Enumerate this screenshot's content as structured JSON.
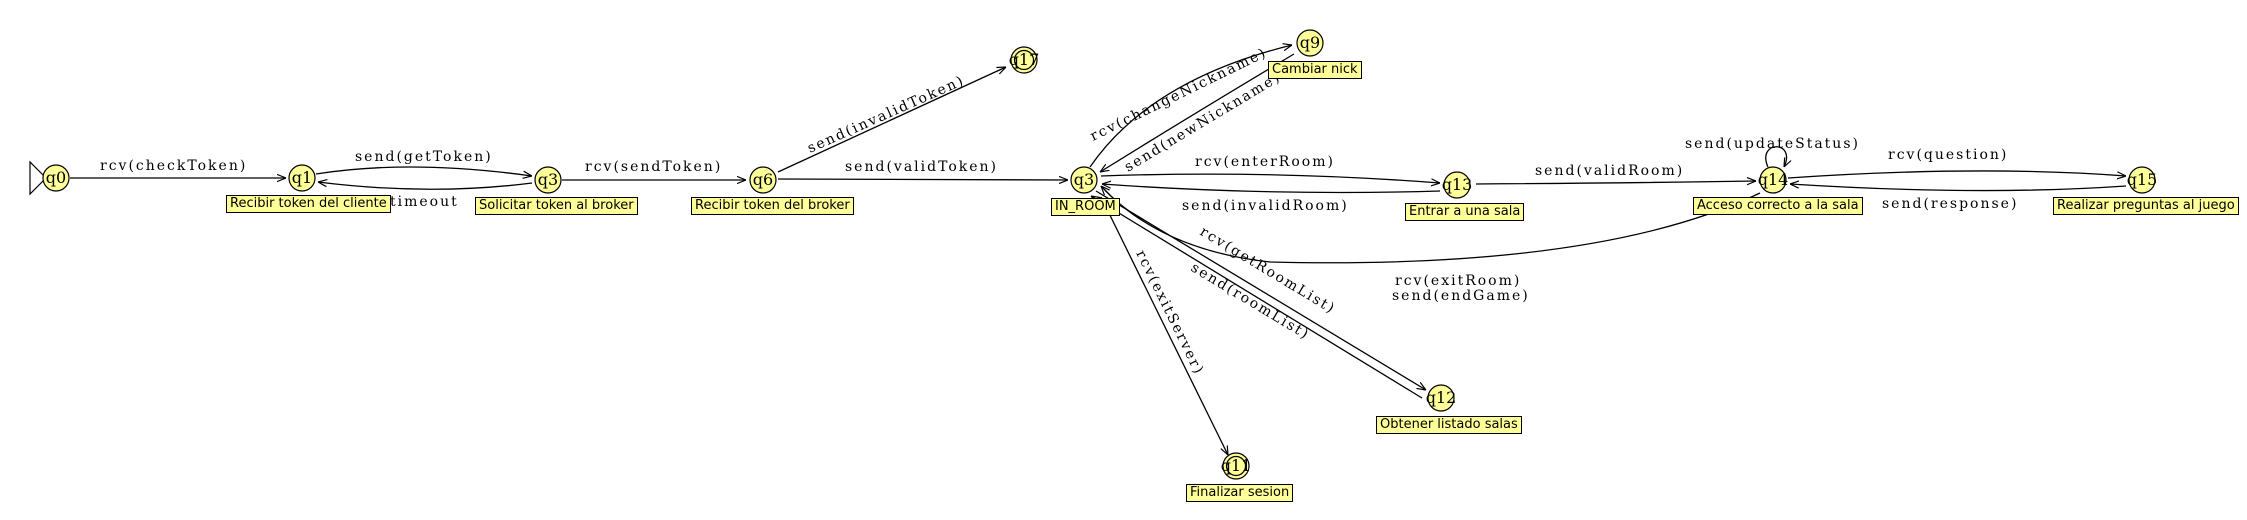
{
  "states": {
    "q0": "q0",
    "q1": "q1",
    "q3a": "q3",
    "q6": "q6",
    "q17": "q17",
    "q3b": "q3",
    "q9": "q9",
    "q13": "q13",
    "q14": "q14",
    "q15": "q15",
    "q12": "q12",
    "q11": "q11"
  },
  "captions": {
    "q1": "Recibir token del cliente",
    "q3a": "Solicitar token al broker",
    "q6": "Recibir token del broker",
    "q3b": "IN_ROOM",
    "q9": "Cambiar nick",
    "q13": "Entrar a una sala",
    "q14": "Acceso correcto a la sala",
    "q15": "Realizar preguntas al juego",
    "q12": "Obtener listado salas",
    "q11": "Finalizar sesion"
  },
  "edges": {
    "check_token": "rcv(checkToken)",
    "get_token": "send(getToken)",
    "timeout": "timeout",
    "send_token": "rcv(sendToken)",
    "invalid_token": "send(invalidToken)",
    "valid_token": "send(validToken)",
    "change_nickname": "rcv(changeNickname)",
    "new_nickname": "send(newNickname)",
    "enter_room": "rcv(enterRoom)",
    "invalid_room": "send(invalidRoom)",
    "valid_room": "send(validRoom)",
    "update_status": "send(updateStatus)",
    "question": "rcv(question)",
    "response": "send(response)",
    "exit_room": "rcv(exitRoom)",
    "end_game": "send(endGame)",
    "get_room_list": "rcv(getRoomList)",
    "room_list": "send(roomList)",
    "exit_server": "rcv(exitServer)"
  }
}
